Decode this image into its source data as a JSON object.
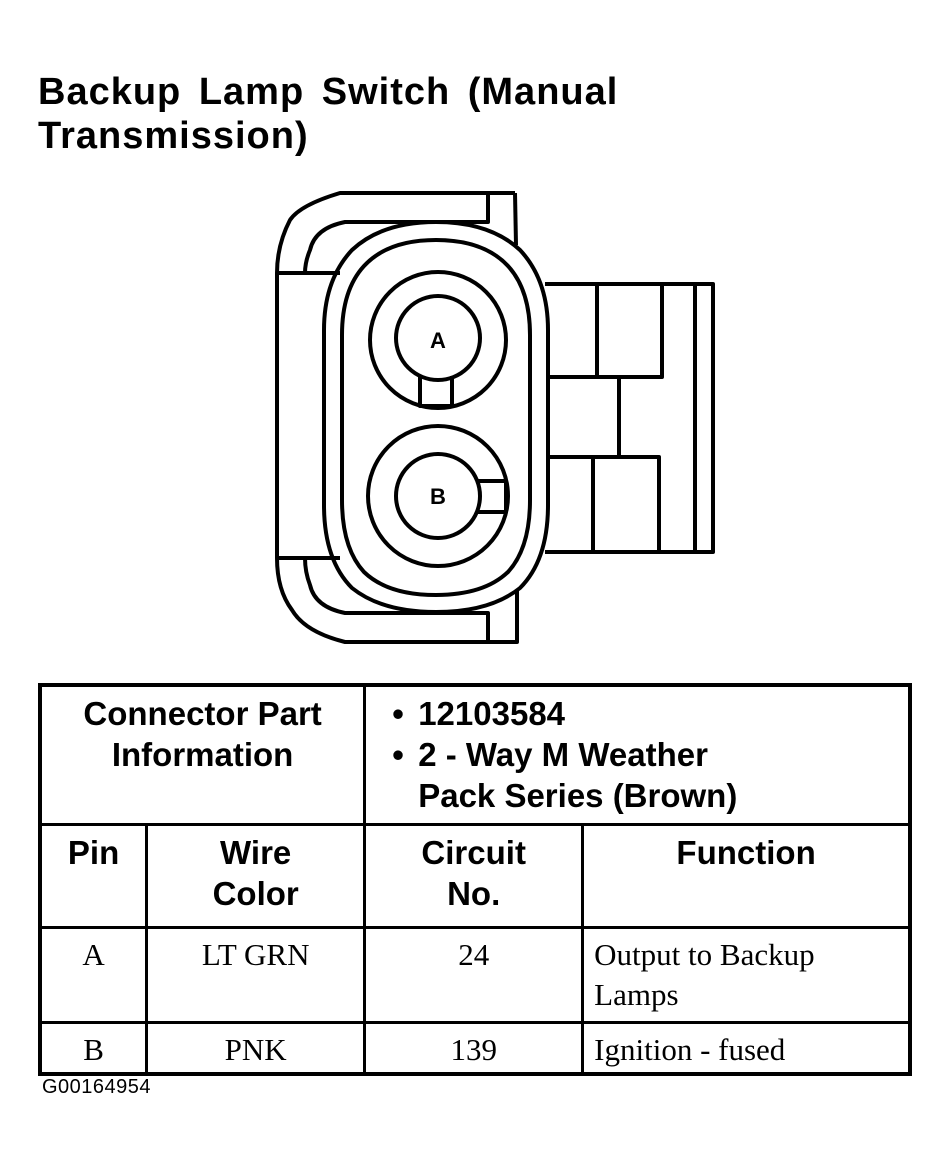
{
  "title": {
    "line1": "Backup Lamp Switch (Manual",
    "line2": "Transmission)"
  },
  "connector_diagram": {
    "pins": [
      {
        "label": "A"
      },
      {
        "label": "B"
      }
    ]
  },
  "connector_part_info": {
    "label_line1": "Connector Part",
    "label_line2": "Information",
    "bullet": "•",
    "part_number": "12103584",
    "description_line1": "2 - Way M Weather",
    "description_line2": "Pack Series (Brown)"
  },
  "table": {
    "headers": [
      {
        "line1": "Pin",
        "line2": ""
      },
      {
        "line1": "Wire",
        "line2": "Color"
      },
      {
        "line1": "Circuit",
        "line2": "No."
      },
      {
        "line1": "Function",
        "line2": ""
      }
    ],
    "rows": [
      {
        "pin": "A",
        "wire_color": "LT GRN",
        "circuit_no": "24",
        "function_line1": "Output to Backup",
        "function_line2": "Lamps"
      },
      {
        "pin": "B",
        "wire_color": "PNK",
        "circuit_no": "139",
        "function_line1": "Ignition - fused",
        "function_line2": ""
      }
    ]
  },
  "figure_id": "G00164954"
}
